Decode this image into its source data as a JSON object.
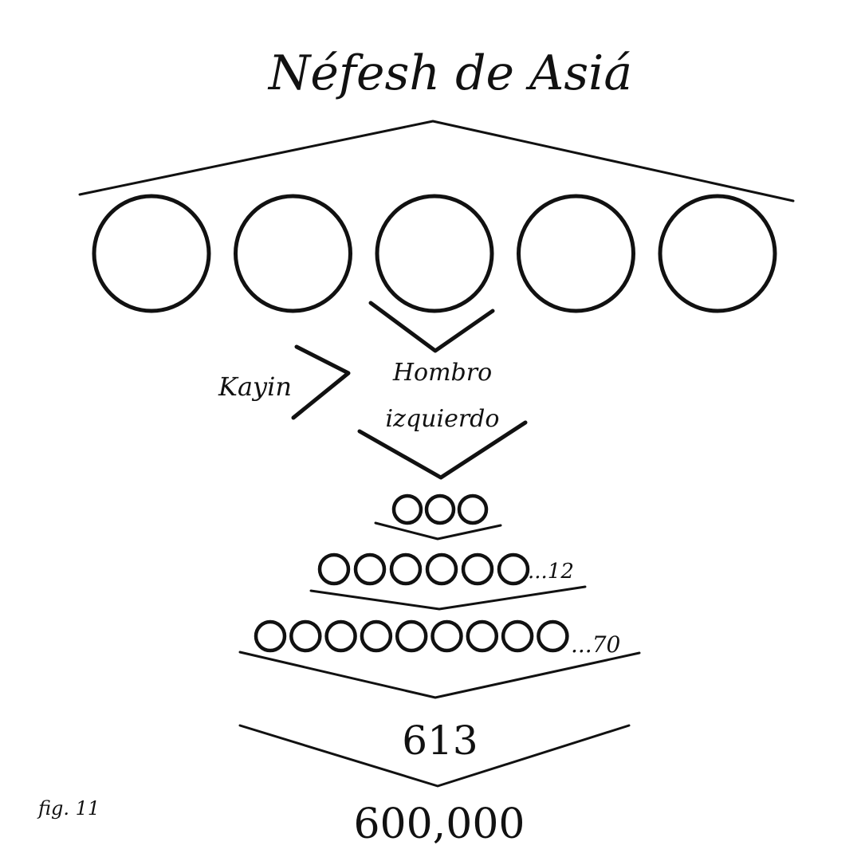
{
  "title": "Néfesh de Asiá",
  "labels": {
    "kayin": "Kayin",
    "shoulder_line1": "Hombro",
    "shoulder_line2": "izquierdo"
  },
  "rows": {
    "big_circles_count": 5,
    "row_three_count": 3,
    "row_twelve_count": 6,
    "row_twelve_suffix": "...12",
    "row_seventy_count": 9,
    "row_seventy_suffix": "...70"
  },
  "numbers": {
    "six_thirteen": "613",
    "six_hundred_thousand": "600,000"
  },
  "figure_label": "fig. 11"
}
